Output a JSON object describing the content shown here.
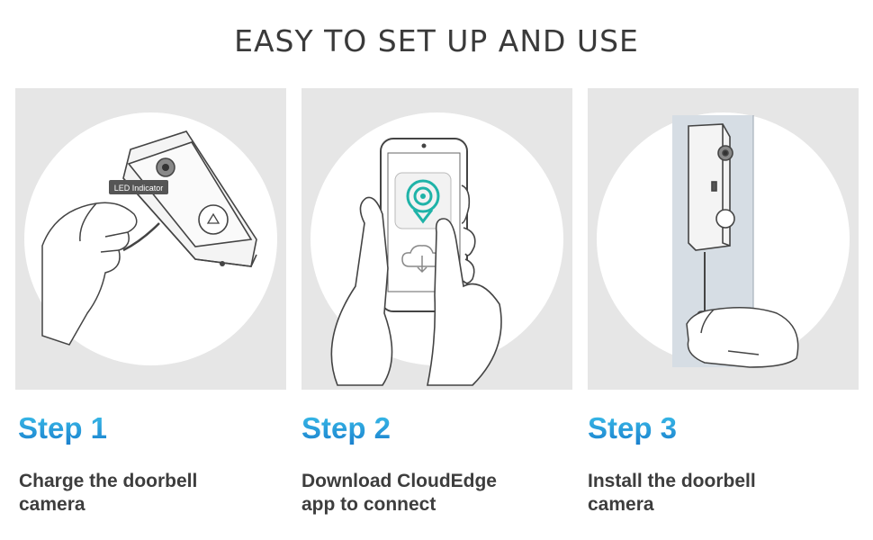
{
  "title": "EASY TO SET UP AND USE",
  "steps": [
    {
      "heading": "Step 1",
      "desc_line1": "Charge the doorbell",
      "desc_line2": "camera",
      "callout": "LED Indicator"
    },
    {
      "heading": "Step 2",
      "desc_line1": "Download CloudEdge",
      "desc_line2": "app to connect"
    },
    {
      "heading": "Step 3",
      "desc_line1": "Install the doorbell",
      "desc_line2": "camera"
    }
  ],
  "icons": [
    "doorbell-camera",
    "usb-cable",
    "hand",
    "smartphone",
    "app-logo",
    "cloud-download-icon",
    "screwdriver",
    "wall"
  ],
  "colors": {
    "accent_top": "#3cc0ea",
    "accent_bottom": "#1a7fcd",
    "panel_bg": "#e6e6e6",
    "text": "#3d3d3d",
    "app_teal": "#1fb3a8"
  }
}
